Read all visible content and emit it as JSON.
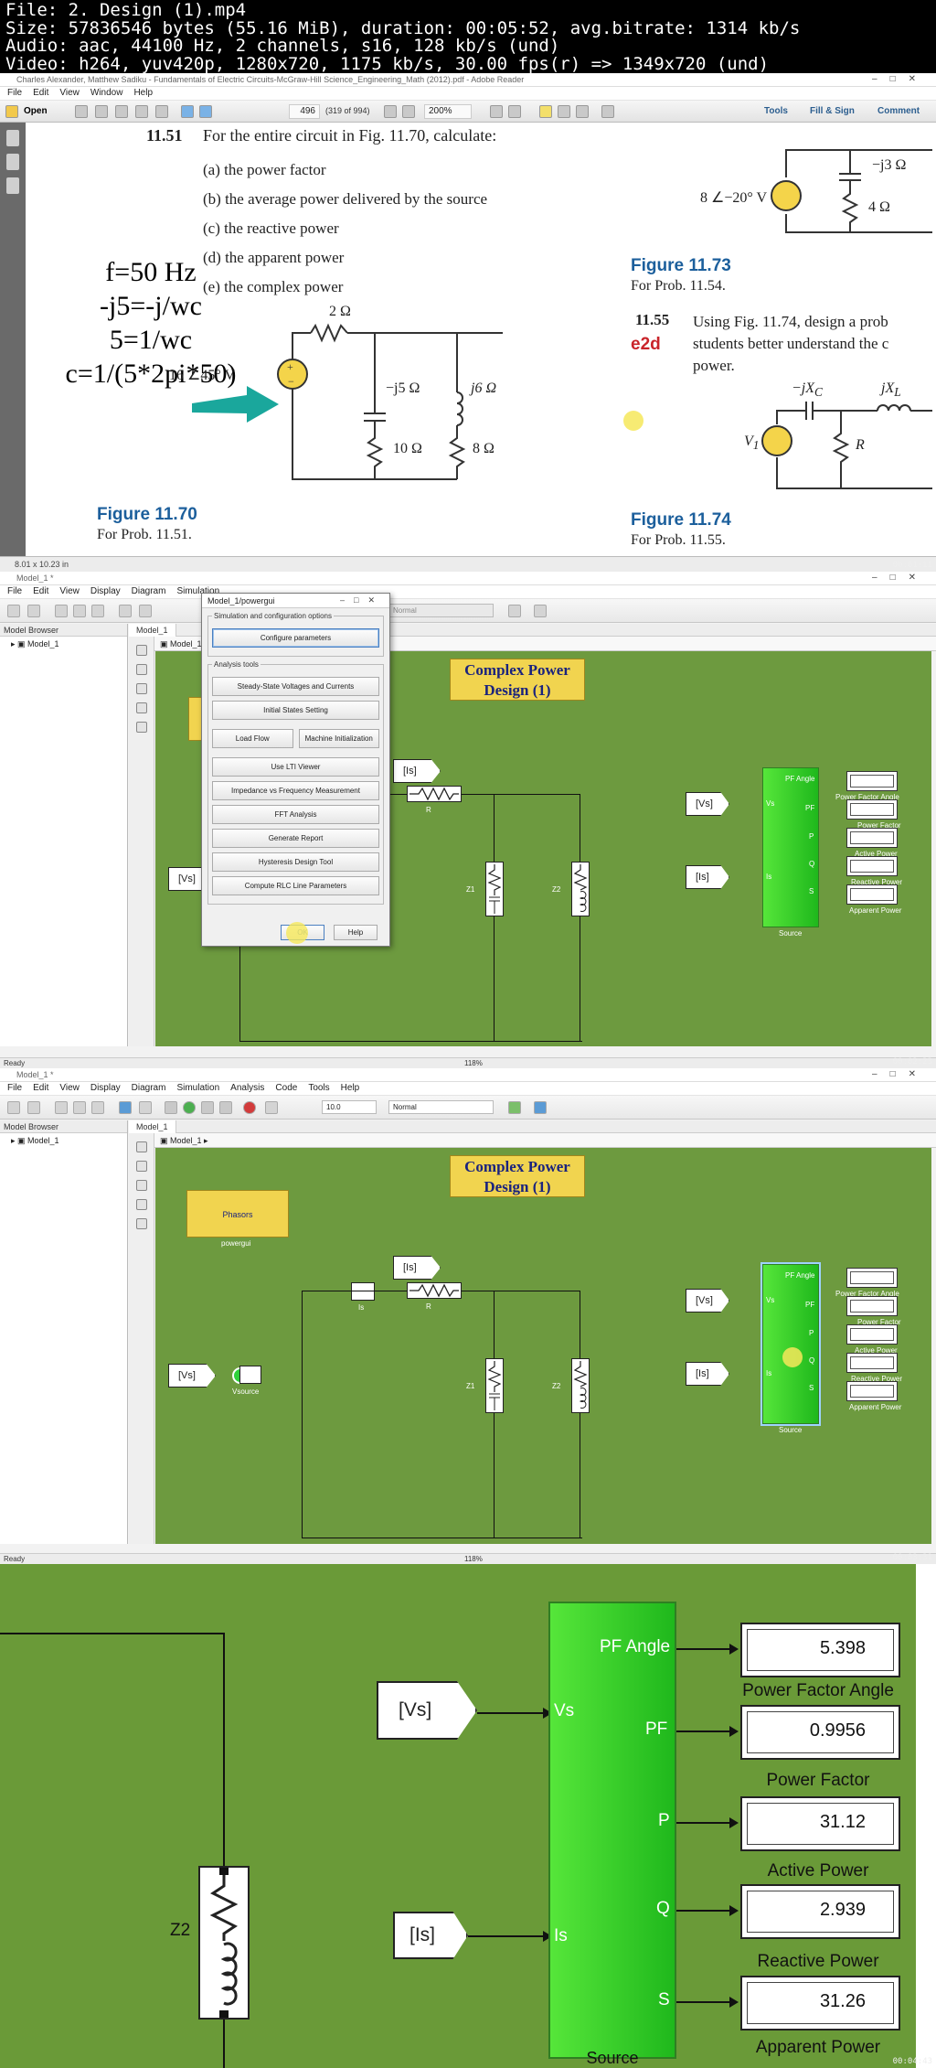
{
  "header": {
    "line1": "File: 2. Design (1).mp4",
    "line2": "Size: 57836546 bytes (55.16 MiB), duration: 00:05:52, avg.bitrate: 1314 kb/s",
    "line3": "Audio: aac, 44100 Hz, 2 channels, s16, 128 kb/s (und)",
    "line4": "Video: h264, yuv420p, 1280x720, 1175 kb/s, 30.00 fps(r) => 1349x720 (und)"
  },
  "pdf": {
    "window_title": "Charles Alexander, Matthew Sadiku - Fundamentals of Electric Circuits-McGraw-Hill Science_Engineering_Math (2012).pdf - Adobe Reader",
    "menu": [
      "File",
      "Edit",
      "View",
      "Window",
      "Help"
    ],
    "open_label": "Open",
    "page_number": "496",
    "page_count": "(319 of 994)",
    "zoom": "200%",
    "right_tools": [
      "Tools",
      "Fill & Sign",
      "Comment"
    ],
    "problem_number": "11.51",
    "problem_text": "For the entire circuit in Fig. 11.70, calculate:",
    "parts": [
      "(a) the power factor",
      "(b) the average power delivered by the source",
      "(c) the reactive power",
      "(d) the apparent power",
      "(e) the complex power"
    ],
    "annotation": [
      "f=50 Hz",
      "-j5=-j/wc",
      "5=1/wc",
      "c=1/(5*2pi*50)"
    ],
    "circuit_labels": {
      "r1": "2 Ω",
      "c": "−j5 Ω",
      "l": "j6 Ω",
      "r2": "10 Ω",
      "r3": "8 Ω",
      "v": "16 ∠45° V"
    },
    "fig70_title": "Figure 11.70",
    "fig70_caption": "For Prob. 11.51.",
    "fig73_labels": {
      "v": "8 ∠−20° V",
      "c": "−j3 Ω",
      "r": "4 Ω"
    },
    "fig73_title": "Figure 11.73",
    "fig73_caption": "For Prob. 11.54.",
    "problem55_number": "11.55",
    "problem55_text": [
      "Using Fig. 11.74, design a prob",
      "students better understand the c",
      "power."
    ],
    "e2d": "e2d",
    "fig74_labels": {
      "xc": "−jX",
      "xc_sub": "C",
      "xl": "jX",
      "xl_sub": "L",
      "v": "V",
      "v_sub": "1",
      "r": "R"
    },
    "fig74_title": "Figure 11.74",
    "fig74_caption": "For Prob. 11.55.",
    "status": "8.01 x 10.23 in"
  },
  "sim1": {
    "window_title": "Model_1 *",
    "menu": [
      "File",
      "Edit",
      "View",
      "Display",
      "Diagram",
      "Simulation"
    ],
    "browser_header": "Model Browser",
    "browser_item": "Model_1",
    "tab": "Model_1",
    "crumb": "Model_1",
    "banner": [
      "Complex Power",
      "Design (1)"
    ],
    "status": "Ready",
    "zoom": "118%",
    "mode": "Normal",
    "dialog": {
      "title": "Model_1/powergui",
      "group1": "Simulation and configuration options",
      "configure": "Configure parameters",
      "group2": "Analysis tools",
      "tools": [
        "Steady-State Voltages and Currents",
        "Initial States Setting",
        "Use LTI Viewer",
        "Impedance vs Frequency Measurement",
        "FFT Analysis",
        "Generate Report",
        "Hysteresis Design Tool",
        "Compute RLC Line Parameters"
      ],
      "load_flow": "Load Flow",
      "machine_init": "Machine Initialization",
      "ok": "OK",
      "help": "Help"
    }
  },
  "sim2": {
    "window_title": "Model_1 *",
    "menu": [
      "File",
      "Edit",
      "View",
      "Display",
      "Diagram",
      "Simulation",
      "Analysis",
      "Code",
      "Tools",
      "Help"
    ],
    "stop_time": "10.0",
    "mode": "Normal",
    "browser_header": "Model Browser",
    "browser_item": "Model_1",
    "tab": "Model_1",
    "crumb": "Model_1 ▸",
    "banner": [
      "Complex Power",
      "Design (1)"
    ],
    "phasors": "Phasors",
    "powergui": "powergui",
    "status": "Ready",
    "zoom": "118%"
  },
  "blocks": {
    "is_tag": "[Is]",
    "vs_tag": "[Vs]",
    "r": "R",
    "z1": "Z1",
    "z2": "Z2",
    "vs": "Vs",
    "vsource": "Vsource",
    "is": "Is",
    "source": "Source",
    "out_ports": [
      "PF Angle",
      "PF",
      "P",
      "Q",
      "S"
    ],
    "out_labels": [
      "Power Factor Angle",
      "Power Factor",
      "Active Power",
      "Reactive Power",
      "Apparent Power"
    ]
  },
  "zoom": {
    "values": [
      "5.398",
      "0.9956",
      "31.12",
      "2.939",
      "31.26"
    ],
    "labels": [
      "Power Factor Angle",
      "Power Factor",
      "Active Power",
      "Reactive Power",
      "Apparent Power"
    ],
    "ports": [
      "PF Angle",
      "PF",
      "P",
      "Q",
      "S"
    ],
    "vs_tag": "[Vs]",
    "is_tag": "[Is]",
    "vs_port": "Vs",
    "is_port": "Is",
    "source": "Source",
    "z2": "Z2"
  },
  "timestamps": [
    "00:01:11",
    "00:02:23",
    "00:03:31",
    "00:04:43"
  ]
}
